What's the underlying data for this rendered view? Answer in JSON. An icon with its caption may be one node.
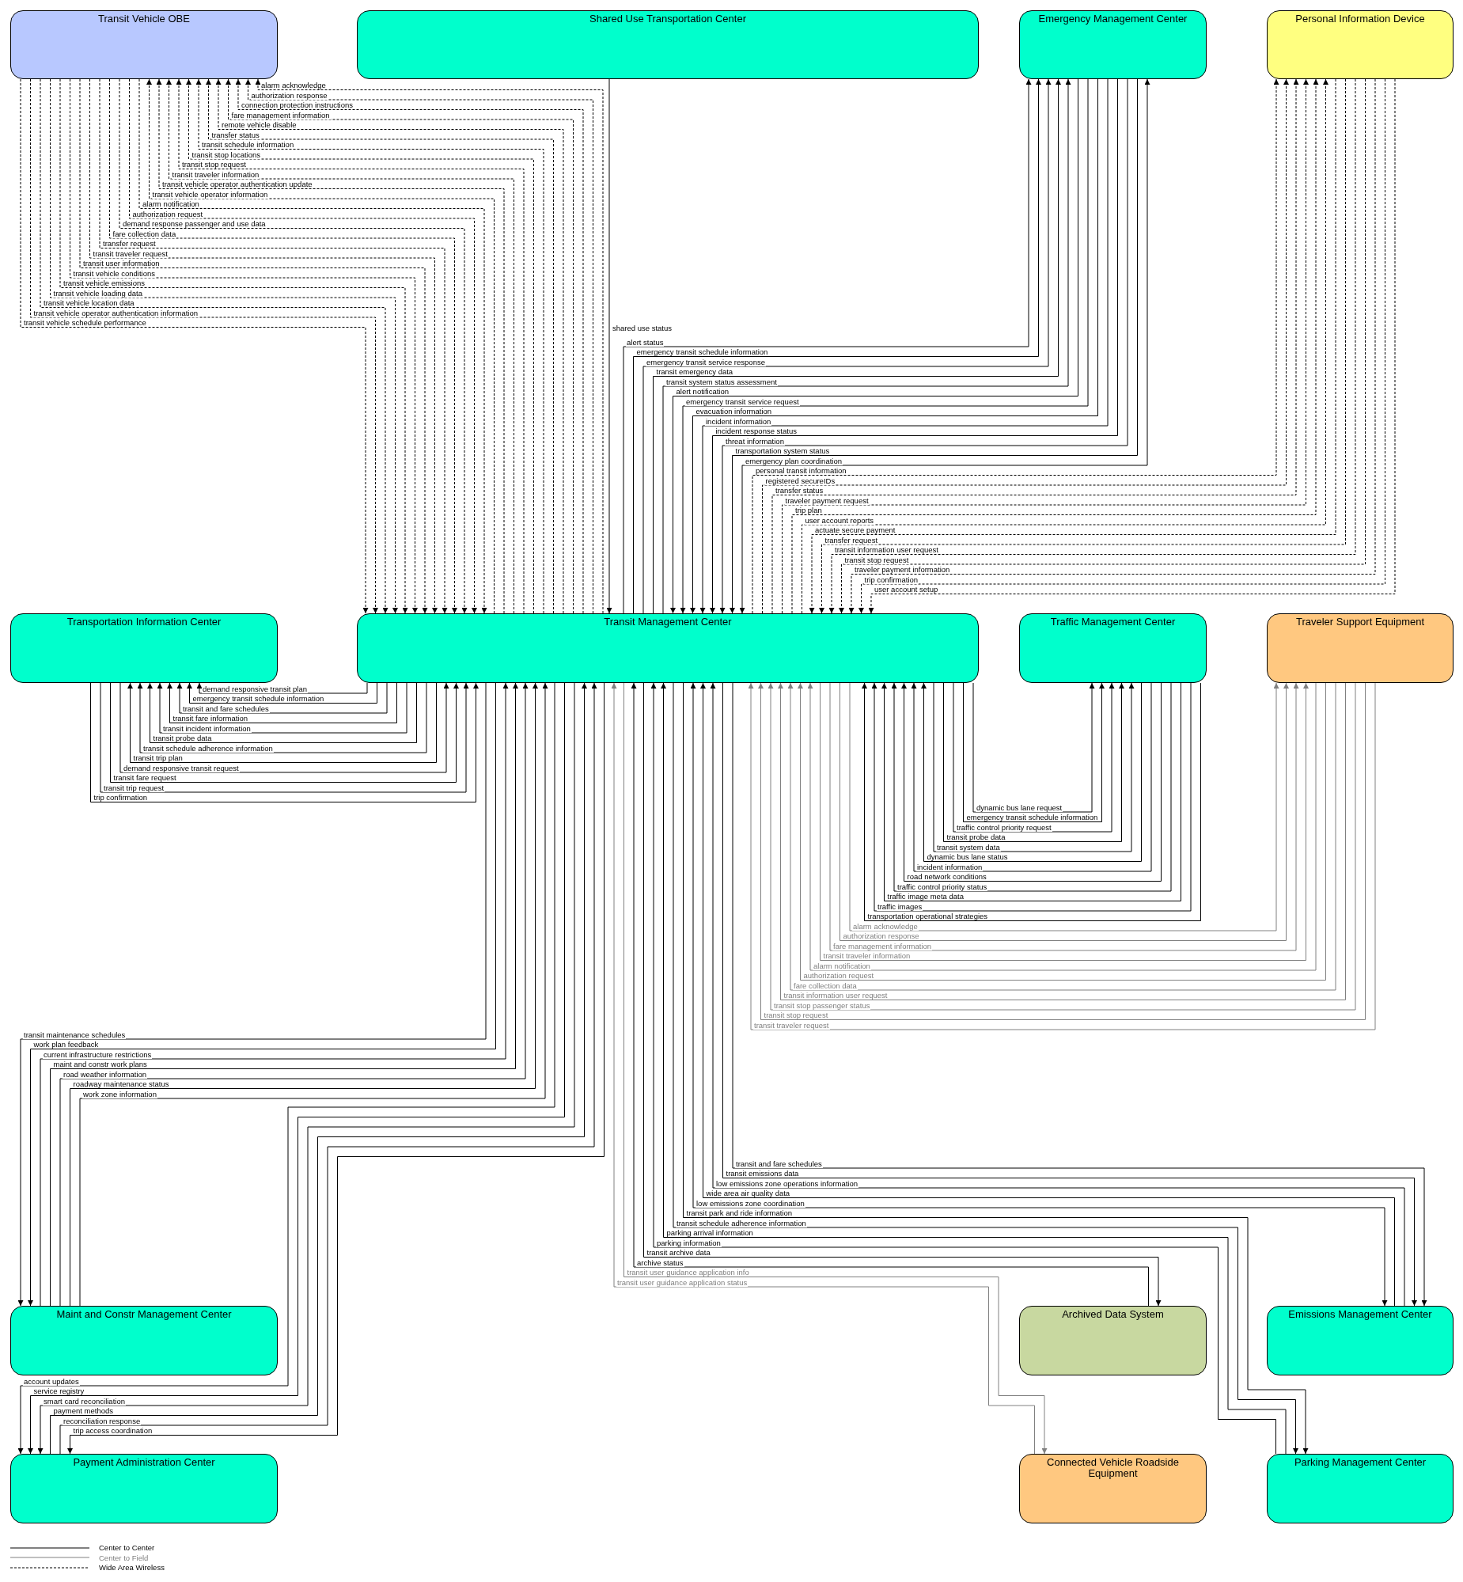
{
  "diagram": {
    "nodes": [
      {
        "text": [
          "Transit Vehicle OBE"
        ]
      },
      {
        "text": [
          "Shared Use Transportation Center"
        ]
      },
      {
        "text": [
          "Emergency Management Center"
        ]
      },
      {
        "text": [
          "Personal Information Device"
        ]
      },
      {
        "text": [
          "Transportation Information Center"
        ]
      },
      {
        "text": [
          "Transit Management Center"
        ]
      },
      {
        "text": [
          "Traffic Management Center"
        ]
      },
      {
        "text": [
          "Traveler Support Equipment"
        ]
      },
      {
        "text": [
          "Maint and Constr Management Center"
        ]
      },
      {
        "text": [
          "Archived Data System"
        ]
      },
      {
        "text": [
          "Emissions Management Center"
        ]
      },
      {
        "text": [
          "Payment Administration Center"
        ]
      },
      {
        "text": [
          "Connected Vehicle Roadside Equipment"
        ]
      },
      {
        "text": [
          "Parking Management Center"
        ]
      }
    ],
    "edges": [
      {
        "from": 5,
        "to": 0,
        "arrow": "to",
        "label": "alarm acknowledge",
        "style": "dashed"
      },
      {
        "from": 5,
        "to": 0,
        "arrow": "to",
        "label": "authorization response",
        "style": "dashed"
      },
      {
        "from": 5,
        "to": 0,
        "arrow": "to",
        "label": "connection protection instructions",
        "style": "dashed"
      },
      {
        "from": 5,
        "to": 0,
        "arrow": "to",
        "label": "fare management information",
        "style": "dashed"
      },
      {
        "from": 5,
        "to": 0,
        "arrow": "to",
        "label": "remote vehicle disable",
        "style": "dashed"
      },
      {
        "from": 5,
        "to": 0,
        "arrow": "to",
        "label": "transfer status",
        "style": "dashed"
      },
      {
        "from": 5,
        "to": 0,
        "arrow": "to",
        "label": "transit schedule information",
        "style": "dashed"
      },
      {
        "from": 5,
        "to": 0,
        "arrow": "to",
        "label": "transit stop locations",
        "style": "dashed"
      },
      {
        "from": 5,
        "to": 0,
        "arrow": "to",
        "label": "transit stop request",
        "style": "dashed"
      },
      {
        "from": 5,
        "to": 0,
        "arrow": "to",
        "label": "transit traveler information",
        "style": "dashed"
      },
      {
        "from": 5,
        "to": 0,
        "arrow": "to",
        "label": "transit vehicle operator authentication update",
        "style": "dashed"
      },
      {
        "from": 5,
        "to": 0,
        "arrow": "to",
        "label": "transit vehicle operator information",
        "style": "dashed"
      },
      {
        "from": 0,
        "to": 5,
        "arrow": "to",
        "label": "alarm notification",
        "style": "dashed"
      },
      {
        "from": 0,
        "to": 5,
        "arrow": "to",
        "label": "authorization request",
        "style": "dashed"
      },
      {
        "from": 0,
        "to": 5,
        "arrow": "to",
        "label": "demand response passenger and use data",
        "style": "dashed"
      },
      {
        "from": 0,
        "to": 5,
        "arrow": "to",
        "label": "fare collection data",
        "style": "dashed"
      },
      {
        "from": 0,
        "to": 5,
        "arrow": "to",
        "label": "transfer request",
        "style": "dashed"
      },
      {
        "from": 0,
        "to": 5,
        "arrow": "to",
        "label": "transit traveler request",
        "style": "dashed"
      },
      {
        "from": 0,
        "to": 5,
        "arrow": "to",
        "label": "transit user information",
        "style": "dashed"
      },
      {
        "from": 0,
        "to": 5,
        "arrow": "to",
        "label": "transit vehicle conditions",
        "style": "dashed"
      },
      {
        "from": 0,
        "to": 5,
        "arrow": "to",
        "label": "transit vehicle emissions",
        "style": "dashed"
      },
      {
        "from": 0,
        "to": 5,
        "arrow": "to",
        "label": "transit vehicle loading data",
        "style": "dashed"
      },
      {
        "from": 0,
        "to": 5,
        "arrow": "to",
        "label": "transit vehicle location data",
        "style": "dashed"
      },
      {
        "from": 0,
        "to": 5,
        "arrow": "to",
        "label": "transit vehicle operator authentication information",
        "style": "dashed"
      },
      {
        "from": 0,
        "to": 5,
        "arrow": "to",
        "label": "transit vehicle schedule performance",
        "style": "dashed"
      },
      {
        "from": 1,
        "to": 5,
        "arrow": "to",
        "label": "shared use status"
      },
      {
        "from": 5,
        "to": 2,
        "arrow": "to",
        "label": "alert status"
      },
      {
        "from": 5,
        "to": 2,
        "arrow": "to",
        "label": "emergency transit schedule information"
      },
      {
        "from": 5,
        "to": 2,
        "arrow": "to",
        "label": "emergency transit service response"
      },
      {
        "from": 5,
        "to": 2,
        "arrow": "to",
        "label": "transit emergency data"
      },
      {
        "from": 5,
        "to": 2,
        "arrow": "to",
        "label": "transit system status assessment"
      },
      {
        "from": 2,
        "to": 5,
        "arrow": "to",
        "label": "alert notification"
      },
      {
        "from": 2,
        "to": 5,
        "arrow": "to",
        "label": "emergency transit service request"
      },
      {
        "from": 2,
        "to": 5,
        "arrow": "to",
        "label": "evacuation information"
      },
      {
        "from": 2,
        "to": 5,
        "arrow": "to",
        "label": "incident information"
      },
      {
        "from": 2,
        "to": 5,
        "arrow": "to",
        "label": "incident response status"
      },
      {
        "from": 2,
        "to": 5,
        "arrow": "to",
        "label": "threat information"
      },
      {
        "from": 2,
        "to": 5,
        "arrow": "to",
        "label": "transportation system status"
      },
      {
        "from": 2,
        "to": 5,
        "arrow": "both",
        "label": "emergency plan coordination"
      },
      {
        "from": 5,
        "to": 3,
        "arrow": "to",
        "label": "personal transit information",
        "style": "dashed"
      },
      {
        "from": 5,
        "to": 3,
        "arrow": "to",
        "label": "registered secureIDs",
        "style": "dashed"
      },
      {
        "from": 5,
        "to": 3,
        "arrow": "to",
        "label": "transfer status",
        "style": "dashed"
      },
      {
        "from": 5,
        "to": 3,
        "arrow": "to",
        "label": "traveler payment request",
        "style": "dashed"
      },
      {
        "from": 5,
        "to": 3,
        "arrow": "to",
        "label": "trip plan",
        "style": "dashed"
      },
      {
        "from": 5,
        "to": 3,
        "arrow": "to",
        "label": "user account reports",
        "style": "dashed"
      },
      {
        "from": 3,
        "to": 5,
        "arrow": "to",
        "label": "actuate secure payment",
        "style": "dashed"
      },
      {
        "from": 3,
        "to": 5,
        "arrow": "to",
        "label": "transfer request",
        "style": "dashed"
      },
      {
        "from": 3,
        "to": 5,
        "arrow": "to",
        "label": "transit information user request",
        "style": "dashed"
      },
      {
        "from": 3,
        "to": 5,
        "arrow": "to",
        "label": "transit stop request",
        "style": "dashed"
      },
      {
        "from": 3,
        "to": 5,
        "arrow": "to",
        "label": "traveler payment information",
        "style": "dashed"
      },
      {
        "from": 3,
        "to": 5,
        "arrow": "to",
        "label": "trip confirmation",
        "style": "dashed"
      },
      {
        "from": 3,
        "to": 5,
        "arrow": "to",
        "label": "user account setup",
        "style": "dashed"
      },
      {
        "from": 5,
        "to": 4,
        "arrow": "to",
        "label": "demand responsive transit plan"
      },
      {
        "from": 5,
        "to": 4,
        "arrow": "to",
        "label": "emergency transit schedule information"
      },
      {
        "from": 5,
        "to": 4,
        "arrow": "to",
        "label": "transit and fare schedules"
      },
      {
        "from": 5,
        "to": 4,
        "arrow": "to",
        "label": "transit fare information"
      },
      {
        "from": 5,
        "to": 4,
        "arrow": "to",
        "label": "transit incident information"
      },
      {
        "from": 5,
        "to": 4,
        "arrow": "to",
        "label": "transit probe data"
      },
      {
        "from": 5,
        "to": 4,
        "arrow": "to",
        "label": "transit schedule adherence information"
      },
      {
        "from": 5,
        "to": 4,
        "arrow": "to",
        "label": "transit trip plan"
      },
      {
        "from": 4,
        "to": 5,
        "arrow": "to",
        "label": "demand responsive transit request"
      },
      {
        "from": 4,
        "to": 5,
        "arrow": "to",
        "label": "transit fare request"
      },
      {
        "from": 4,
        "to": 5,
        "arrow": "to",
        "label": "transit trip request"
      },
      {
        "from": 4,
        "to": 5,
        "arrow": "to",
        "label": "trip confirmation"
      },
      {
        "from": 5,
        "to": 6,
        "arrow": "to",
        "label": "dynamic bus lane request"
      },
      {
        "from": 5,
        "to": 6,
        "arrow": "to",
        "label": "emergency transit schedule information"
      },
      {
        "from": 5,
        "to": 6,
        "arrow": "to",
        "label": "traffic control priority request"
      },
      {
        "from": 5,
        "to": 6,
        "arrow": "to",
        "label": "transit probe data"
      },
      {
        "from": 5,
        "to": 6,
        "arrow": "to",
        "label": "transit system data"
      },
      {
        "from": 6,
        "to": 5,
        "arrow": "to",
        "label": "dynamic bus lane status"
      },
      {
        "from": 6,
        "to": 5,
        "arrow": "to",
        "label": "incident information"
      },
      {
        "from": 6,
        "to": 5,
        "arrow": "to",
        "label": "road network conditions"
      },
      {
        "from": 6,
        "to": 5,
        "arrow": "to",
        "label": "traffic control priority status"
      },
      {
        "from": 6,
        "to": 5,
        "arrow": "to",
        "label": "traffic image meta data"
      },
      {
        "from": 6,
        "to": 5,
        "arrow": "to",
        "label": "traffic images"
      },
      {
        "from": 6,
        "to": 5,
        "arrow": "to",
        "label": "transportation operational strategies"
      },
      {
        "from": 5,
        "to": 7,
        "arrow": "to",
        "label": "alarm acknowledge",
        "color": "#808080"
      },
      {
        "from": 5,
        "to": 7,
        "arrow": "to",
        "label": "authorization response",
        "color": "#808080"
      },
      {
        "from": 5,
        "to": 7,
        "arrow": "to",
        "label": "fare management information",
        "color": "#808080"
      },
      {
        "from": 5,
        "to": 7,
        "arrow": "to",
        "label": "transit traveler information",
        "color": "#808080"
      },
      {
        "from": 7,
        "to": 5,
        "arrow": "to",
        "label": "alarm notification",
        "color": "#808080"
      },
      {
        "from": 7,
        "to": 5,
        "arrow": "to",
        "label": "authorization request",
        "color": "#808080"
      },
      {
        "from": 7,
        "to": 5,
        "arrow": "to",
        "label": "fare collection data",
        "color": "#808080"
      },
      {
        "from": 7,
        "to": 5,
        "arrow": "to",
        "label": "transit information user request",
        "color": "#808080"
      },
      {
        "from": 7,
        "to": 5,
        "arrow": "to",
        "label": "transit stop passenger status",
        "color": "#808080"
      },
      {
        "from": 7,
        "to": 5,
        "arrow": "to",
        "label": "transit stop request",
        "color": "#808080"
      },
      {
        "from": 7,
        "to": 5,
        "arrow": "to",
        "label": "transit traveler request",
        "color": "#808080"
      },
      {
        "from": 5,
        "to": 8,
        "arrow": "to",
        "label": "transit maintenance schedules"
      },
      {
        "from": 5,
        "to": 8,
        "arrow": "to",
        "label": "work plan feedback"
      },
      {
        "from": 8,
        "to": 5,
        "arrow": "to",
        "label": "current infrastructure restrictions"
      },
      {
        "from": 8,
        "to": 5,
        "arrow": "to",
        "label": "maint and constr work plans"
      },
      {
        "from": 8,
        "to": 5,
        "arrow": "to",
        "label": "road weather information"
      },
      {
        "from": 8,
        "to": 5,
        "arrow": "to",
        "label": "roadway maintenance status"
      },
      {
        "from": 8,
        "to": 5,
        "arrow": "to",
        "label": "work zone information"
      },
      {
        "from": 5,
        "to": 11,
        "arrow": "to",
        "label": "account updates"
      },
      {
        "from": 5,
        "to": 11,
        "arrow": "to",
        "label": "service registry"
      },
      {
        "from": 5,
        "to": 11,
        "arrow": "to",
        "label": "smart card reconciliation"
      },
      {
        "from": 11,
        "to": 5,
        "arrow": "to",
        "label": "payment methods"
      },
      {
        "from": 11,
        "to": 5,
        "arrow": "to",
        "label": "reconciliation response"
      },
      {
        "from": 5,
        "to": 11,
        "arrow": "to",
        "label": "trip access coordination"
      },
      {
        "from": 5,
        "to": 10,
        "arrow": "to",
        "label": "transit and fare schedules"
      },
      {
        "from": 5,
        "to": 10,
        "arrow": "to",
        "label": "transit emissions data"
      },
      {
        "from": 10,
        "to": 5,
        "arrow": "to",
        "label": "low emissions zone operations information"
      },
      {
        "from": 10,
        "to": 5,
        "arrow": "to",
        "label": "wide area air quality data"
      },
      {
        "from": 10,
        "to": 5,
        "arrow": "both",
        "label": "low emissions zone coordination"
      },
      {
        "from": 5,
        "to": 13,
        "arrow": "to",
        "label": "transit park and ride information"
      },
      {
        "from": 5,
        "to": 13,
        "arrow": "to",
        "label": "transit schedule adherence information"
      },
      {
        "from": 13,
        "to": 5,
        "arrow": "to",
        "label": "parking arrival information"
      },
      {
        "from": 13,
        "to": 5,
        "arrow": "to",
        "label": "parking information"
      },
      {
        "from": 5,
        "to": 9,
        "arrow": "to",
        "label": "transit archive data"
      },
      {
        "from": 9,
        "to": 5,
        "arrow": "to",
        "label": "archive status"
      },
      {
        "from": 5,
        "to": 12,
        "arrow": "to",
        "label": "transit user guidance application info",
        "color": "#808080"
      },
      {
        "from": 12,
        "to": 5,
        "arrow": "to",
        "label": "transit user guidance application status",
        "color": "#808080"
      }
    ],
    "legend": [
      {
        "text": "Center to Center"
      },
      {
        "text": "Center to Field"
      },
      {
        "text": "Wide Area Wireless"
      }
    ]
  }
}
